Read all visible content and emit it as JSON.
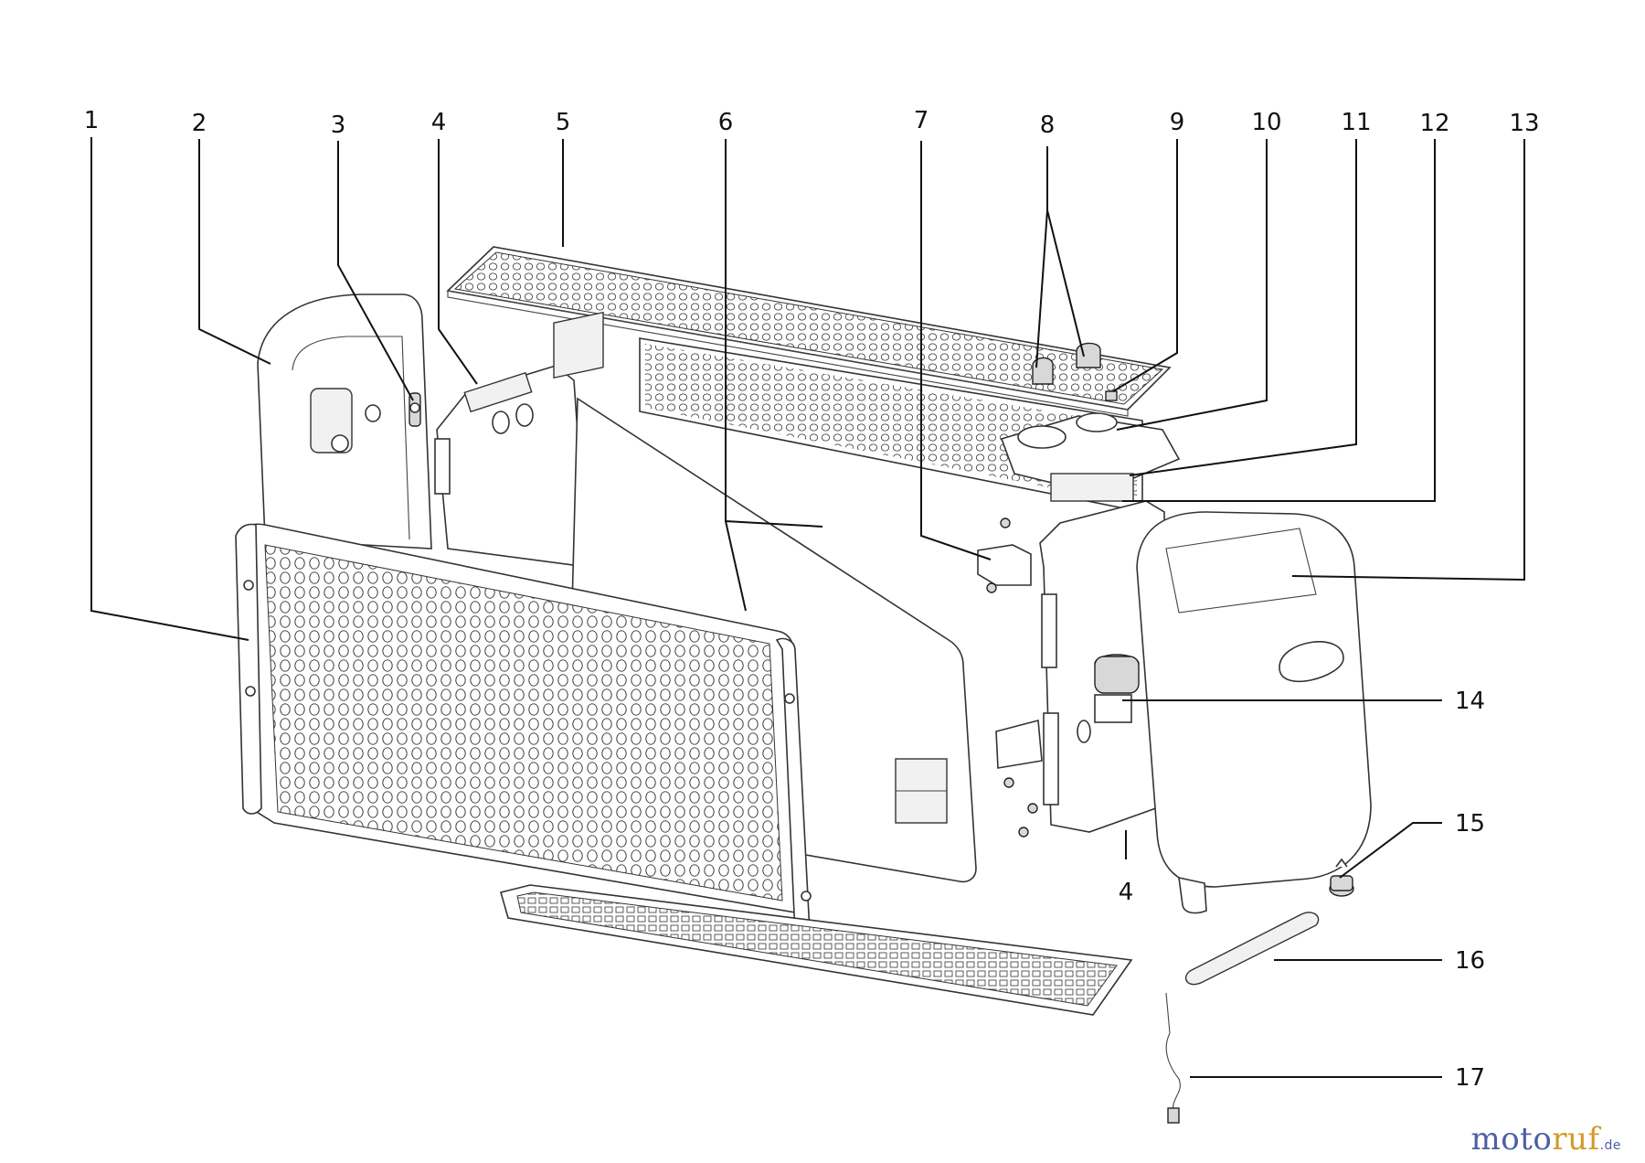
{
  "labels": [
    "1",
    "2",
    "3",
    "4",
    "5",
    "6",
    "7",
    "8",
    "9",
    "10",
    "11",
    "12",
    "13",
    "4",
    "14",
    "15",
    "16",
    "17"
  ],
  "watermark": {
    "part_a": "moto",
    "part_b": "ruf",
    "tld": ".de"
  },
  "colors": {
    "line": "#111111",
    "logo_blue": "#4b5fa3",
    "logo_orange": "#d39a2a"
  }
}
